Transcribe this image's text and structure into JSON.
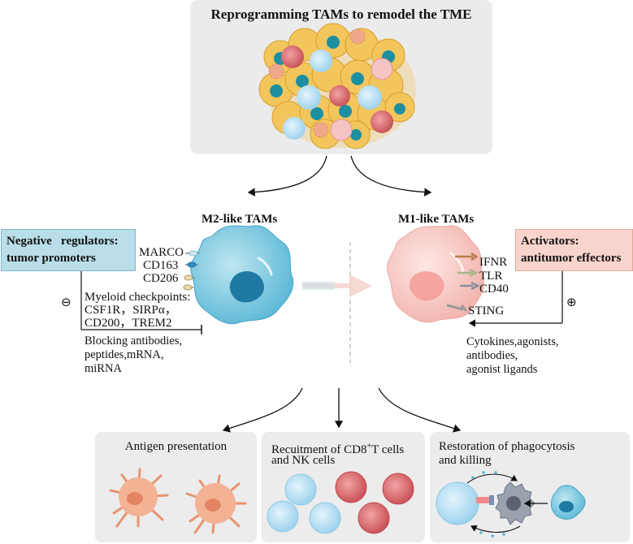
{
  "title": "Reprogramming TAMs to remodel the TME",
  "m2": {
    "heading": "M2-like TAMs",
    "box_label_line1": "Negative   regulators:",
    "box_label_line2": "tumor promoters",
    "receptors": [
      "MARCO",
      "CD163",
      "CD206"
    ],
    "checkpoints_label": "Myeloid checkpoints:",
    "checkpoints_line1": "CSF1R，SIRPα，",
    "checkpoints_line2": "CD200，TREM2",
    "blocking_line1": "Blocking antibodies,",
    "blocking_line2": "peptides,mRNA,",
    "blocking_line3": "miRNA",
    "sign": "⊖"
  },
  "m1": {
    "heading": "M1-like TAMs",
    "box_label_line1": "Activators:",
    "box_label_line2": "antitumor effectors",
    "receptors": [
      "IFNR",
      "TLR",
      "CD40",
      "STING"
    ],
    "agonists_line1": "Cytokines,agonists,",
    "agonists_line2": "antibodies,",
    "agonists_line3": "agonist ligands",
    "sign": "⊕"
  },
  "outcomes": {
    "antigen": "Antigen presentation",
    "recruit_line1_a": "Recuitment of CD8",
    "recruit_sup": "+",
    "recruit_line1_b": "T cells",
    "recruit_line2": "and NK cells",
    "restore_line1": "Restoration of phagocytosis",
    "restore_line2": "and killing"
  },
  "colors": {
    "m2_cell": "#6fc3dc",
    "m1_cell": "#f6c8c3",
    "neg_box": "#b9dde9",
    "act_box": "#f8d4cc",
    "panel": "#ebebeb",
    "red_cell": "#d9666b",
    "blue_cell": "#a8d8f0",
    "dendritic": "#f0a88a"
  }
}
